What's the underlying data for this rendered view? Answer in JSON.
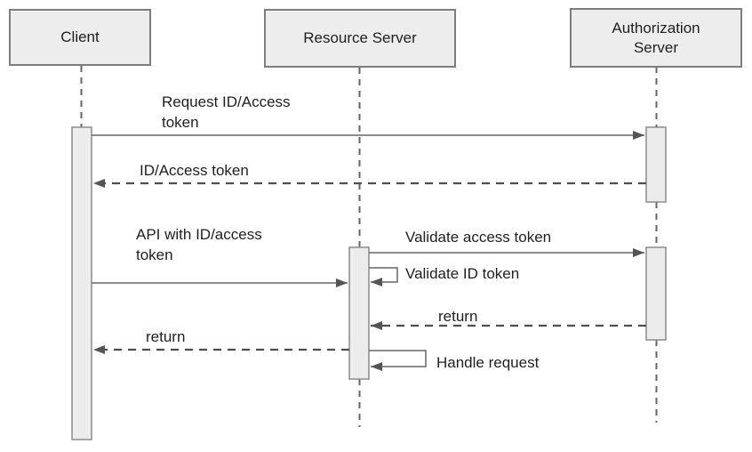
{
  "diagram": {
    "type": "uml-sequence",
    "actors": [
      {
        "id": "client",
        "label": "Client"
      },
      {
        "id": "resource-server",
        "label": "Resource Server"
      },
      {
        "id": "authorization-server",
        "label": "Authorization Server"
      }
    ],
    "messages": [
      {
        "label": "Request ID/Access token",
        "from": "client",
        "to": "authorization-server",
        "line": "solid"
      },
      {
        "label": "ID/Access token",
        "from": "authorization-server",
        "to": "client",
        "line": "dashed"
      },
      {
        "label": "API with ID/access token",
        "from": "client",
        "to": "resource-server",
        "line": "solid"
      },
      {
        "label": "Validate access token",
        "from": "resource-server",
        "to": "authorization-server",
        "line": "solid"
      },
      {
        "label": "Validate ID token",
        "from": "resource-server",
        "to": "resource-server",
        "line": "self-loop"
      },
      {
        "label": "return",
        "from": "authorization-server",
        "to": "resource-server",
        "line": "dashed"
      },
      {
        "label": "return",
        "from": "resource-server",
        "to": "client",
        "line": "dashed"
      },
      {
        "label": "Handle request",
        "from": "resource-server",
        "to": "resource-server",
        "line": "self-loop"
      }
    ],
    "colors": {
      "background": "#ffffff",
      "box_fill": "#ededed",
      "box_border": "#7d7d7d",
      "activation_fill": "#ececec",
      "activation_border": "#8c8c8c",
      "solid_line": "#666666",
      "dashed_line": "#4f4f4f",
      "text": "#1f1f1f"
    }
  }
}
